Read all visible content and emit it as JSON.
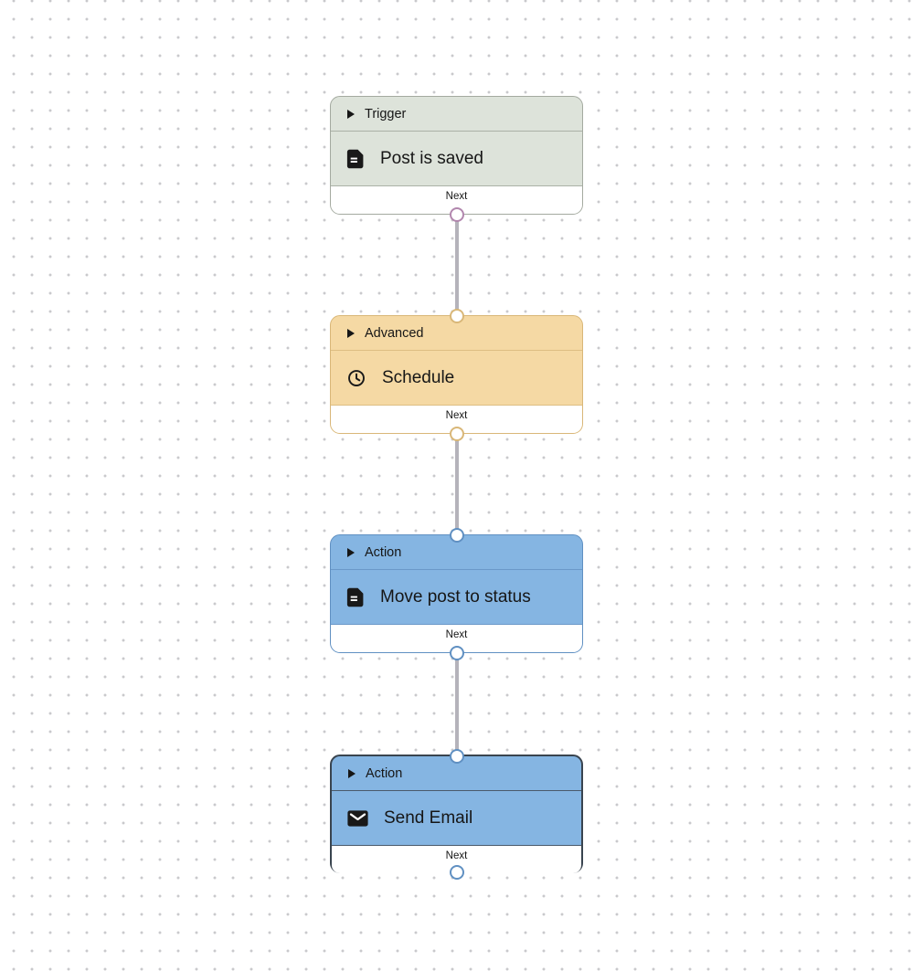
{
  "canvas": {
    "background_color": "#ffffff",
    "dot_color": "#c9c9cc",
    "connector_color": "#b5b3bb"
  },
  "nodes": [
    {
      "category_label": "Trigger",
      "title": "Post is saved",
      "icon": "document-icon",
      "footer_label": "Next",
      "selected": false,
      "colors": {
        "fill": "#dde3da",
        "border": "#a4aaa0",
        "divider": "#aab1a6",
        "port": "#b287ae"
      }
    },
    {
      "category_label": "Advanced",
      "title": "Schedule",
      "icon": "clock-icon",
      "footer_label": "Next",
      "selected": false,
      "colors": {
        "fill": "#f5d9a4",
        "border": "#d9b778",
        "divider": "#ddbe83",
        "port": "#d9b778"
      }
    },
    {
      "category_label": "Action",
      "title": "Move post to status",
      "icon": "document-icon",
      "footer_label": "Next",
      "selected": false,
      "colors": {
        "fill": "#85b5e2",
        "border": "#6090c2",
        "divider": "#6b99c9",
        "port": "#6090c2"
      }
    },
    {
      "category_label": "Action",
      "title": "Send Email",
      "icon": "mail-icon",
      "footer_label": "Next",
      "selected": true,
      "colors": {
        "fill": "#85b5e2",
        "border": "#39444f",
        "divider": "#4a5a6b",
        "port": "#6090c2"
      }
    }
  ]
}
